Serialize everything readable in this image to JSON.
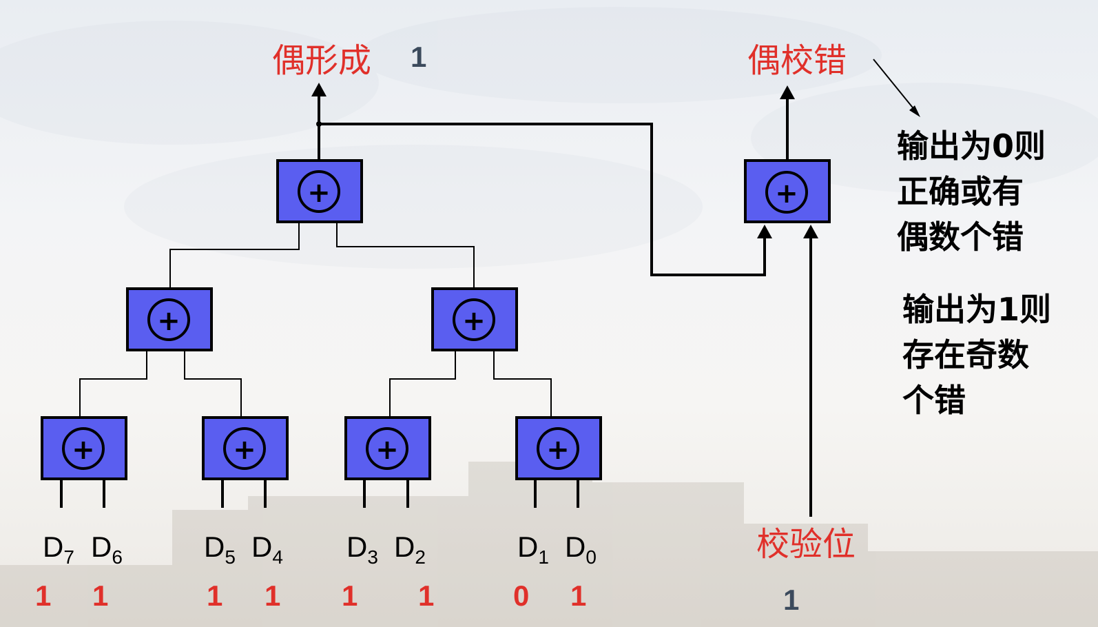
{
  "labels": {
    "even_gen": "偶形成",
    "even_gen_value": "1",
    "even_check": "偶校错",
    "check_bit": "校验位",
    "check_bit_value": "1"
  },
  "notes": {
    "zero": [
      "输出为0则",
      "正确或有",
      "偶数个错"
    ],
    "one": [
      "输出为1则",
      "存在奇数",
      "个错"
    ]
  },
  "xor_symbol": "+",
  "inputs": [
    {
      "name": "D",
      "sub": "7",
      "value": "1"
    },
    {
      "name": "D",
      "sub": "6",
      "value": "1"
    },
    {
      "name": "D",
      "sub": "5",
      "value": "1"
    },
    {
      "name": "D",
      "sub": "4",
      "value": "1"
    },
    {
      "name": "D",
      "sub": "3",
      "value": "1"
    },
    {
      "name": "D",
      "sub": "2",
      "value": "1"
    },
    {
      "name": "D",
      "sub": "1",
      "value": "0"
    },
    {
      "name": "D",
      "sub": "0",
      "value": "1"
    }
  ],
  "colors": {
    "gate_fill": "#5a5ef0",
    "label_red": "#e0302a",
    "value_dark": "#3b4a5c"
  }
}
